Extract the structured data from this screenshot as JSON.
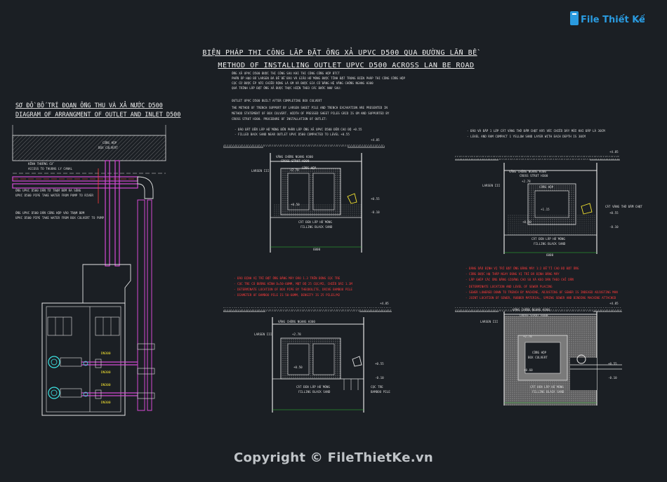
{
  "watermark": {
    "logo_text": "File Thiết Kế",
    "logo_domain": ".vn",
    "copyright": "Copyright © FileThietKe.vn"
  },
  "colors": {
    "background": "#1b1f24",
    "line": "#e6e6e6",
    "pipe": "#d44ad4",
    "red_note": "#ff3b3b",
    "yellow": "#f5e431",
    "cyan": "#3ee6e6",
    "green": "#32c832"
  },
  "main_title": {
    "vn": "BIỆN PHÁP THI CÔNG LẮP ĐẶT ỐNG XẢ UPVC D500 QUA ĐƯỜNG LẮN BỀ",
    "en": "METHOD OF INSTALLING OUTLET UPVC D500 ACROSS LAN BE ROAD"
  },
  "intro_notes": [
    "ỐNG XẢ UPVC D500 ĐƯỢC THI CÔNG SAU KHI THI CÔNG CỐNG HỘP BTCT",
    "PHẦN ỐP HẠO BỐ LARSEN ĐÃ ĐỀ BỀ BÀO VÀ GIẢO HỒ MÓNG ĐƯỢC TÍNH ĐẶT TRONG BIỆN PHÁP THI CÔNG CỐNG HỘP",
    "CỌC CỪ ĐƯỢC ÉP VỚI CHIỀU RỘNG LÀ 6M VÀ ĐƯỢC GIA CỐ BẰNG HỆ VĂNG CHỐNG NGANG H300",
    "QUÁ TRÌNH LẮP ĐẶT ỐNG XẢ ĐƯỢC THỰC HIỆN THEO CÁC BƯỚC NHƯ SAU:",
    "OUTLET UPVC D500 BUILT AFTER COMPLETING BOX CULVERT",
    "THE METHOD OF TRENCH SUPPORT BY LARSEN SHEET PILE AND TRENCH EXCAVATION ARE PRESENTED IN",
    "METHOD STATEMENT OF BOX CULVERT. WIDTH OF PRESSED SHEET PILES GRID IS 6M AND SUPPORTED BY",
    "CROSS STRUT H300. PROCEDURE OF INSTALLATION OF OUTLET:",
    "- ĐÀO ĐẤT ĐẾN LẮP HỐ MÓNG ĐẾN PHẦN LẮP ỐNG XẢ UPVC D500 ĐẾN CAO ĐỘ +0.55",
    "- FILLED BACK SAND NEAR OUTLET UPVC D500 COMPACTED TO LEVEL +0.55"
  ],
  "left_diagram": {
    "title_vn": "SƠ ĐỒ BỐ TRÍ ĐOẠN ỐNG THU VÀ XẢ NƯỚC D500",
    "title_en": "DIAGRAM OF ARRANGMENT OF OUTLET AND INLET D500",
    "culvert_label_1": "CỐNG HỘP",
    "culvert_label_2": "BOX CULVERT",
    "canal_label_1": "KÊNH THƯỜNG CỬ",
    "canal_label_2": "ACCESS TO THUONG LY CANAL",
    "pipe_label_1a": "ỐNG UPVC D500 DẪN TỪ TRẠM BƠM RA SÔNG",
    "pipe_label_1b": "UPVC D500 PIPE TAKE WATER FROM PUMP TO RIVER",
    "pipe_label_2a": "ỐNG UPVC D500 DẪN CỐNG HỘP VÀO TRẠM BƠM",
    "pipe_label_2b": "UPVC D500 PIPE TAKE WATER FROM BOX CULVERT TO PUMP",
    "pump_label_1": "DN300",
    "pump_label_2": "DN300",
    "pump_label_3": "DN300",
    "pump_label_4": "DN300"
  },
  "sections": {
    "common": {
      "strut": "VĂNG CHỐNG NGANG H300",
      "strut_en": "CROSS STRUT H300",
      "larsen": "LARSEN III",
      "box": "CỐNG HỘP",
      "box_en": "BOX CULVERT",
      "sand_vn": "CÁT ĐEN LẤP HỐ MÓNG",
      "sand_en": "FILLING BLACK SAND",
      "lv_top": "+4.85",
      "lv_mid": "+0.55",
      "lv_bot": "-0.10",
      "lv_278": "+2.78",
      "lv_050": "+0.50",
      "lv_115": "+1.15",
      "lv_060": "+0.60",
      "dim": "6000"
    },
    "s2_note_1": "- ĐÀO VÀ ĐẮP 1 LỚP CÁT VÀNG THỜ ĐẦM CHẶT K95 VỚI CHIỀU DÀY MỖI KHI ĐẮP LÀ 30CM",
    "s2_note_2": "- LEVEL AND RAM COMPACT 1 YELLOW SAND LAYER WITH EACH DEPTH IS 30CM",
    "s2_extra": "CÁT VÀNG THỜ ĐẦM CHẶT",
    "s3_notes": [
      "- ĐÀO ĐỊNH VỊ TRÍ ĐẶT ỐNG BẰNG MÁY ĐÀO 1.3 TRÊN ĐÓNG CỌC TRE",
      "- CỌC TRE CÓ ĐƯỜNG KÍNH D=50-60MM, MẬT ĐỘ 25 CỌC/M2, CHIỀU DÀI 1.3M",
      "- DETERMINATE LOCATION OF BOX PIPE BY THEODOLITE, DRIVE BAMBOO PILE",
      "- DIAMETER OF BAMBOO PILE IS 50-60MM, DENSITY IS 25 PILES/M2"
    ],
    "s3_bamboo_vn": "CỌC TRE",
    "s3_bamboo_en": "BAMBOO PILE",
    "s4_notes": [
      "- ĐÁNG DẤU ĐỊNH VỊ TRÍ ĐẶT ỐNG BẰNG MÁY 1:2 ĐỂ TÍ CAO ĐỘ ĐẶT ỐNG",
      "- CỐNG ĐƯỢC HẠ THẤP NGAY ĐÚNG VỊ TRÍ ĐÃ ĐỊNH BẰNG MÁY",
      "- LẮP GHÉP CÁC ỐNG BẰNG GIOĂNG CAO SU VÀ KEO DÁN THEO CHỈ DẪN",
      "- DETERMINATE LOCATION AND LEVEL OF SEWER PLACING",
      "- SEWER LOWERED DOWN TO TRENCH BY MACHINE, ADJUSTING OF SEWER IS INDEXED ADJUSTING MAN",
      "- JOINT LOCATION OF SEWER, RUBBER MATERIAL, SPRING SEWER AND BINDING MACHINE ATTACHED"
    ]
  }
}
